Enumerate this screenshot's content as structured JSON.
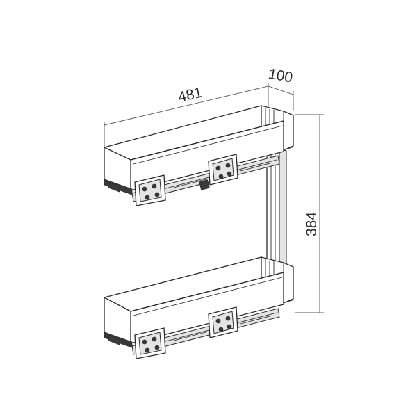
{
  "dimensions": {
    "length": "481",
    "depth": "100",
    "height": "384"
  }
}
